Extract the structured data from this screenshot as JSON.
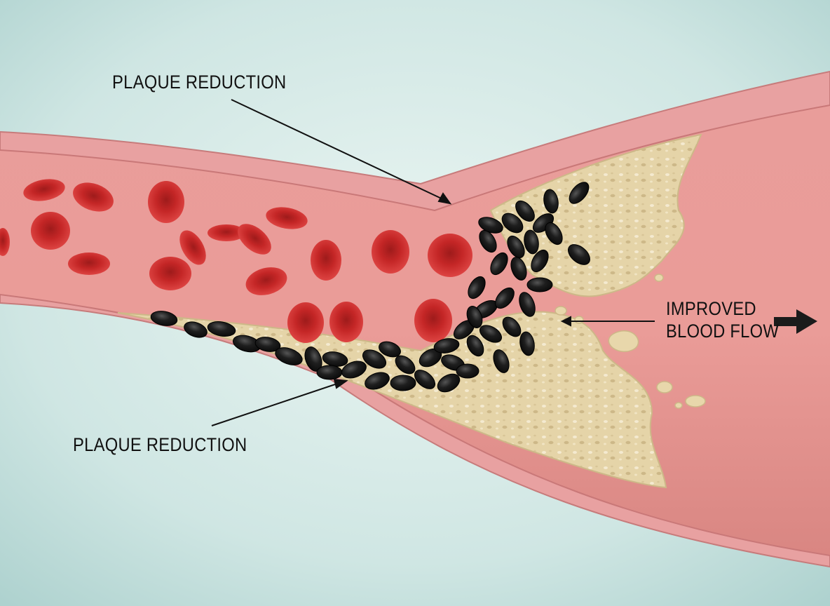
{
  "labels": {
    "plaque_reduction_top": "PLAQUE REDUCTION",
    "plaque_reduction_bottom": "PLAQUE REDUCTION",
    "improved_blood_flow_line1": "IMPROVED",
    "improved_blood_flow_line2": "BLOOD FLOW"
  },
  "colors": {
    "background_light": "#e3f1ee",
    "background_dark": "#a9cfcc",
    "vessel_wall": "#e9a0a0",
    "vessel_wall_edge": "#c97878",
    "lumen": "#e79592",
    "red_blood_cell": "#d42f2f",
    "black_particle": "#1c1c1c",
    "plaque": "#e6d5aa",
    "annotation": "#111111"
  },
  "icons": {
    "flow_arrow": "right-arrow-icon"
  }
}
